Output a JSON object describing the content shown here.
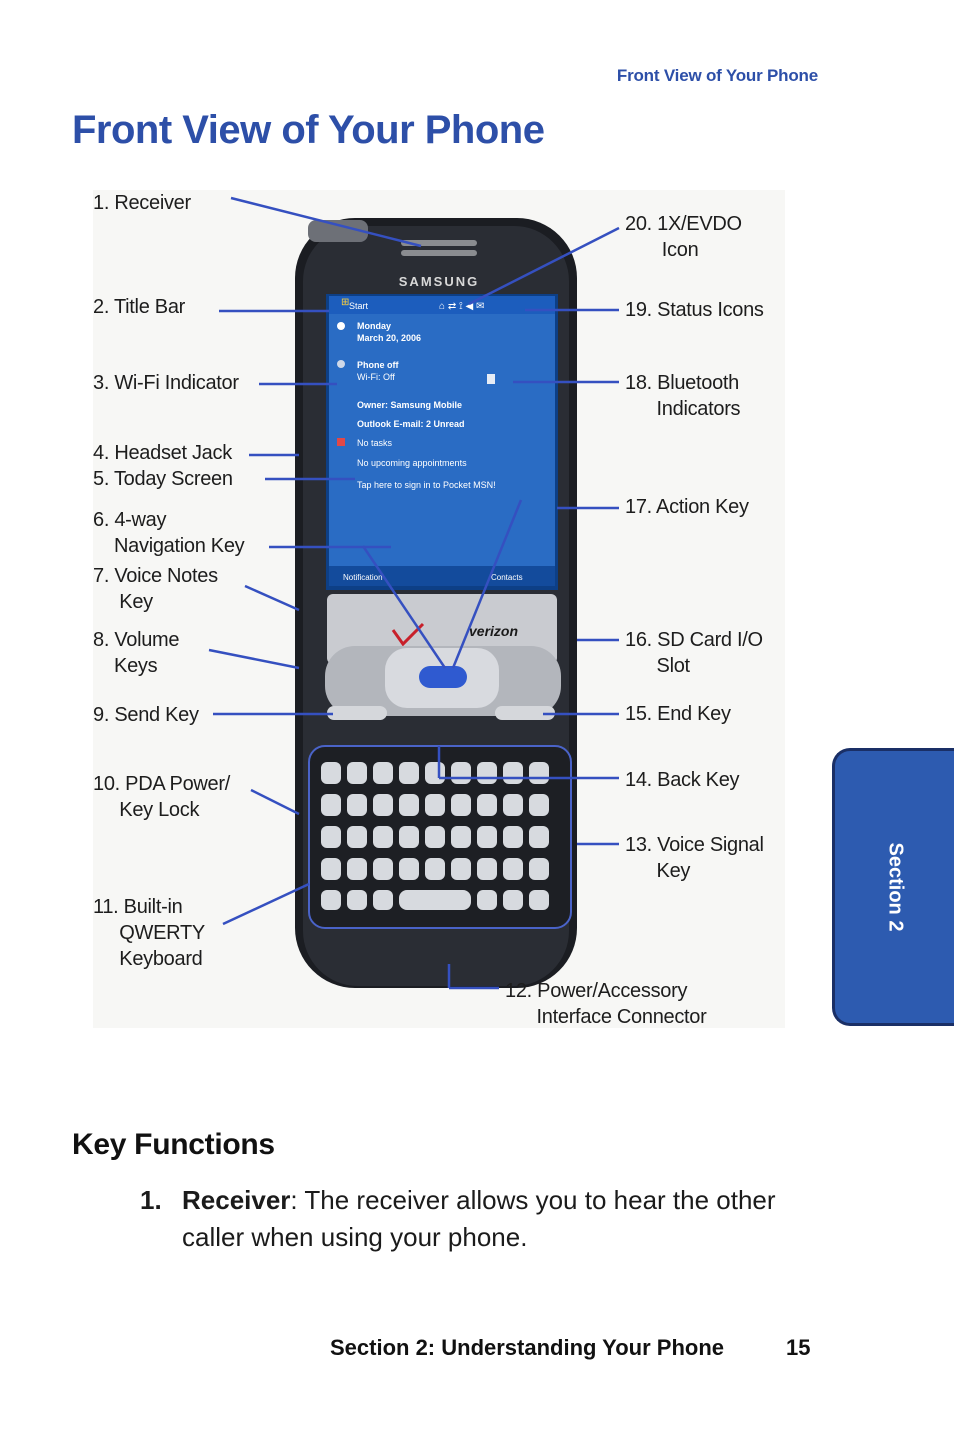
{
  "header": {
    "running_title": "Front View of Your Phone"
  },
  "page": {
    "title": "Front View of Your Phone"
  },
  "figure": {
    "brand_text": "SAMSUNG",
    "carrier_text": "verizon",
    "screen": {
      "start_label": "Start",
      "date_line1": "Monday",
      "date_line2": "March 20, 2006",
      "phone_line1": "Phone off",
      "phone_line2": "Wi-Fi: Off",
      "owner_line": "Owner: Samsung Mobile",
      "mail_line": "Outlook E-mail: 2 Unread",
      "tasks_line": "No tasks",
      "appts_line": "No upcoming appointments",
      "msn_line": "Tap here to sign in to Pocket MSN!",
      "softkey_left": "Notification",
      "softkey_right": "Contacts"
    },
    "labels_left": [
      "1. Receiver",
      "2. Title Bar",
      "3. Wi-Fi Indicator",
      "4. Headset Jack",
      "5. Today Screen",
      "6. 4-way\n    Navigation Key",
      "7. Voice Notes\n     Key",
      "8. Volume\n    Keys",
      "9. Send Key",
      "10. PDA Power/\n     Key Lock",
      "11. Built-in\n     QWERTY\n     Keyboard"
    ],
    "labels_right": [
      "20. 1X/EVDO\n       Icon",
      "19. Status Icons",
      "18. Bluetooth\n      Indicators",
      "17. Action Key",
      "16. SD Card I/O\n      Slot",
      "15. End Key",
      "14. Back Key",
      "13. Voice Signal\n      Key",
      "12. Power/Accessory\n      Interface Connector"
    ]
  },
  "section_tab": {
    "label": "Section 2"
  },
  "content": {
    "subhead": "Key Functions",
    "items": [
      {
        "number": "1.",
        "term": "Receiver",
        "text": ": The receiver allows you to hear the other caller when using your phone."
      }
    ]
  },
  "footer": {
    "text": "Section 2: Understanding Your Phone",
    "page_number": "15"
  }
}
